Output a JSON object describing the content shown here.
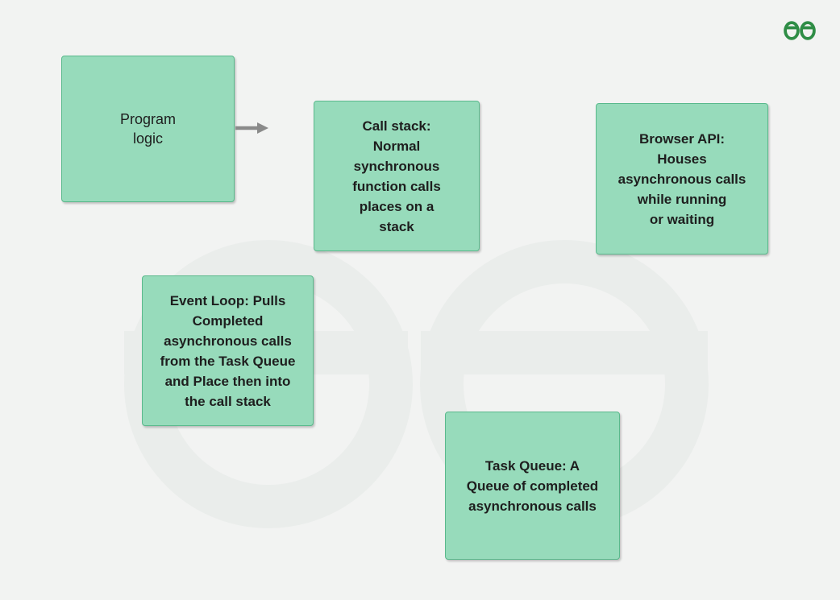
{
  "header": {
    "logo": {
      "name": "GeeksforGeeks logo",
      "color": "#2f8d46"
    }
  },
  "diagram": {
    "background_color": "#f2f3f2",
    "node_fill_color": "#97dbbb",
    "node_border_color": "#5ab98c",
    "text_color": "#1e1e1e",
    "arrow_color": "#8a8a8a",
    "watermark": "faint GeeksforGeeks GG monogram",
    "boxes": [
      {
        "id": "program-logic",
        "lines": [
          "Program",
          "logic"
        ]
      },
      {
        "id": "call-stack",
        "lines": [
          "Call stack:",
          "Normal",
          "synchronous",
          "function calls",
          "places on a",
          "stack"
        ]
      },
      {
        "id": "browser-api",
        "lines": [
          "Browser API:",
          "Houses",
          "asynchronous calls",
          "while running",
          "or waiting"
        ]
      },
      {
        "id": "event-loop",
        "lines": [
          "Event Loop: Pulls",
          "Completed",
          "asynchronous calls",
          "from the Task Queue",
          "and Place then into",
          "the call stack"
        ]
      },
      {
        "id": "task-queue",
        "lines": [
          "Task Queue: A",
          "Queue of completed",
          "asynchronous calls"
        ]
      }
    ],
    "arrow": {
      "from": "program-logic",
      "to": "call-stack"
    }
  }
}
